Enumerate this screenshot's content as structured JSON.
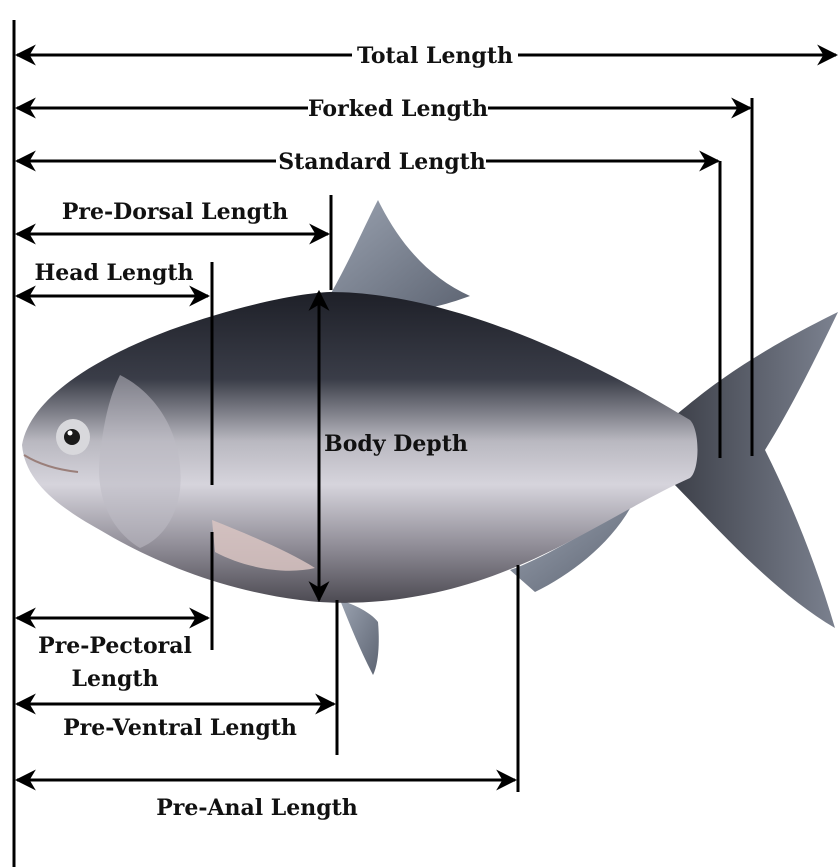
{
  "labels": {
    "total_length": "Total Length",
    "forked_length": "Forked Length",
    "standard_length": "Standard Length",
    "pre_dorsal_length": "Pre-Dorsal Length",
    "head_length": "Head Length",
    "body_depth": "Body Depth",
    "pre_pectoral_line1": "Pre-Pectoral",
    "pre_pectoral_line2": "Length",
    "pre_ventral_length": "Pre-Ventral Length",
    "pre_anal_length": "Pre-Anal Length"
  },
  "colors": {
    "line": "#000000",
    "fish_dark": "#2c2e36",
    "fish_silver": "#c9c7cf",
    "fin": "#8a92a0",
    "text": "#111111"
  }
}
